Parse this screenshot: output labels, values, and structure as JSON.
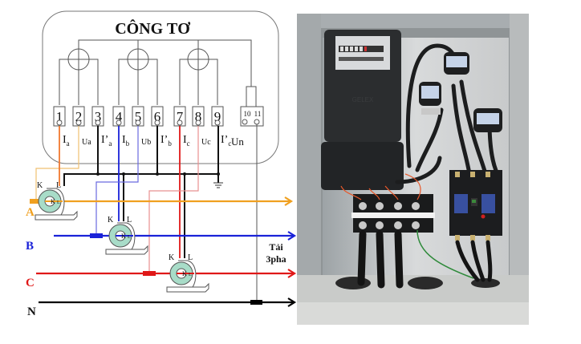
{
  "diagram": {
    "meter_title": "CÔNG TƠ",
    "terminals": [
      "1",
      "2",
      "3",
      "4",
      "5",
      "6",
      "7",
      "8",
      "9"
    ],
    "neutral_terminal": [
      "10",
      "11"
    ],
    "terminal_labels": [
      {
        "main": "I",
        "sub": "a"
      },
      {
        "main": "Ua",
        "sub": ""
      },
      {
        "main": "I’",
        "sub": "a"
      },
      {
        "main": "I",
        "sub": "b"
      },
      {
        "main": "Ub",
        "sub": ""
      },
      {
        "main": "I’",
        "sub": "b"
      },
      {
        "main": "I",
        "sub": "c"
      },
      {
        "main": "Uc",
        "sub": ""
      },
      {
        "main": "I’",
        "sub": "c"
      }
    ],
    "neutral_label": "Un",
    "phases": [
      {
        "name": "A",
        "color": "#f0a020"
      },
      {
        "name": "B",
        "color": "#1a22d8"
      },
      {
        "name": "C",
        "color": "#e01818"
      },
      {
        "name": "N",
        "color": "#000000"
      }
    ],
    "ct_labels": {
      "k": "K",
      "l": "L",
      "k_inner": "K",
      "l_inner": "L"
    },
    "load_label_line1": "Tải",
    "load_label_line2": "3pha",
    "wire_colors": {
      "ia": "#f07830",
      "ua": "#f0c070",
      "common": "#111111",
      "ib": "#1a22d8",
      "ub": "#6a6ae0",
      "ic": "#e01818",
      "uc": "#e89090",
      "ct_fill": "#a8dcc8",
      "frame": "#555555"
    }
  },
  "photo": {
    "description": "Photo of electrical cabinet with 3-phase energy meter, current transformers, terminal block and circuit breaker",
    "meter_brand": "GELEX"
  }
}
